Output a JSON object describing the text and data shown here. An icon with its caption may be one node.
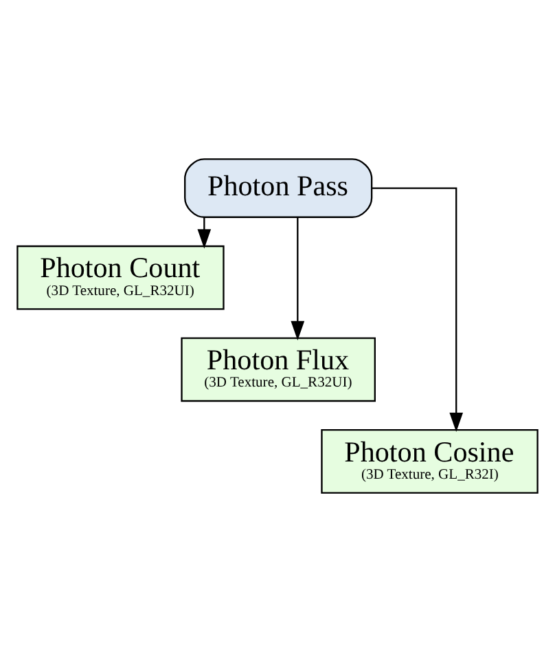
{
  "diagram": {
    "nodes": [
      {
        "text": [
          "Photon Pass"
        ]
      },
      {
        "text": [
          "Photon Count",
          "(3D Texture, GL_R32UI)"
        ]
      },
      {
        "text": [
          "Photon Flux",
          "(3D Texture, GL_R32UI)"
        ]
      },
      {
        "text": [
          "Photon Cosine",
          "(3D Texture, GL_R32I)"
        ]
      }
    ],
    "edges": [
      {
        "from": 0,
        "to": 1,
        "arrow": "to"
      },
      {
        "from": 0,
        "to": 2,
        "arrow": "to"
      },
      {
        "from": 0,
        "to": 3,
        "arrow": "to"
      }
    ]
  }
}
